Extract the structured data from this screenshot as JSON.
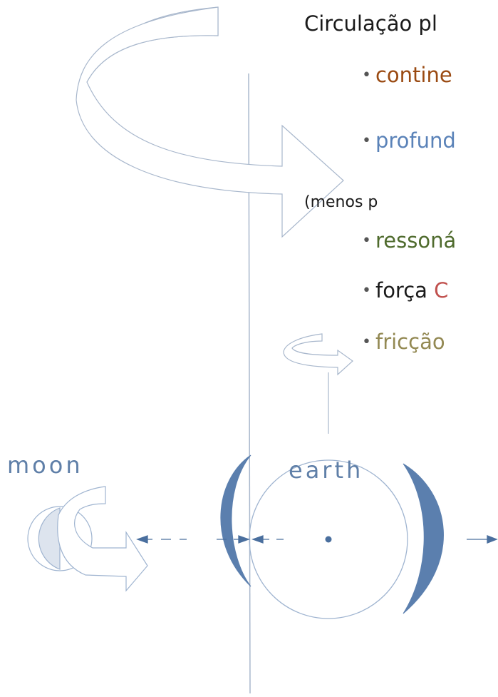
{
  "title": "Circulação pl",
  "bullets": {
    "b1": "contine",
    "b2": "profund",
    "b3": "ressoná",
    "b4_prefix": "força ",
    "b4_colored": "C",
    "b5": "fricção"
  },
  "note": "(menos p",
  "labels": {
    "moon": "moon",
    "earth": "earth"
  },
  "colors": {
    "bulge": "#5b7fae",
    "outline": "#9fb4d0",
    "axis": "#a8b7cc",
    "moon_shade": "#dde4ee",
    "force_arrow": "#4a6f9e"
  }
}
